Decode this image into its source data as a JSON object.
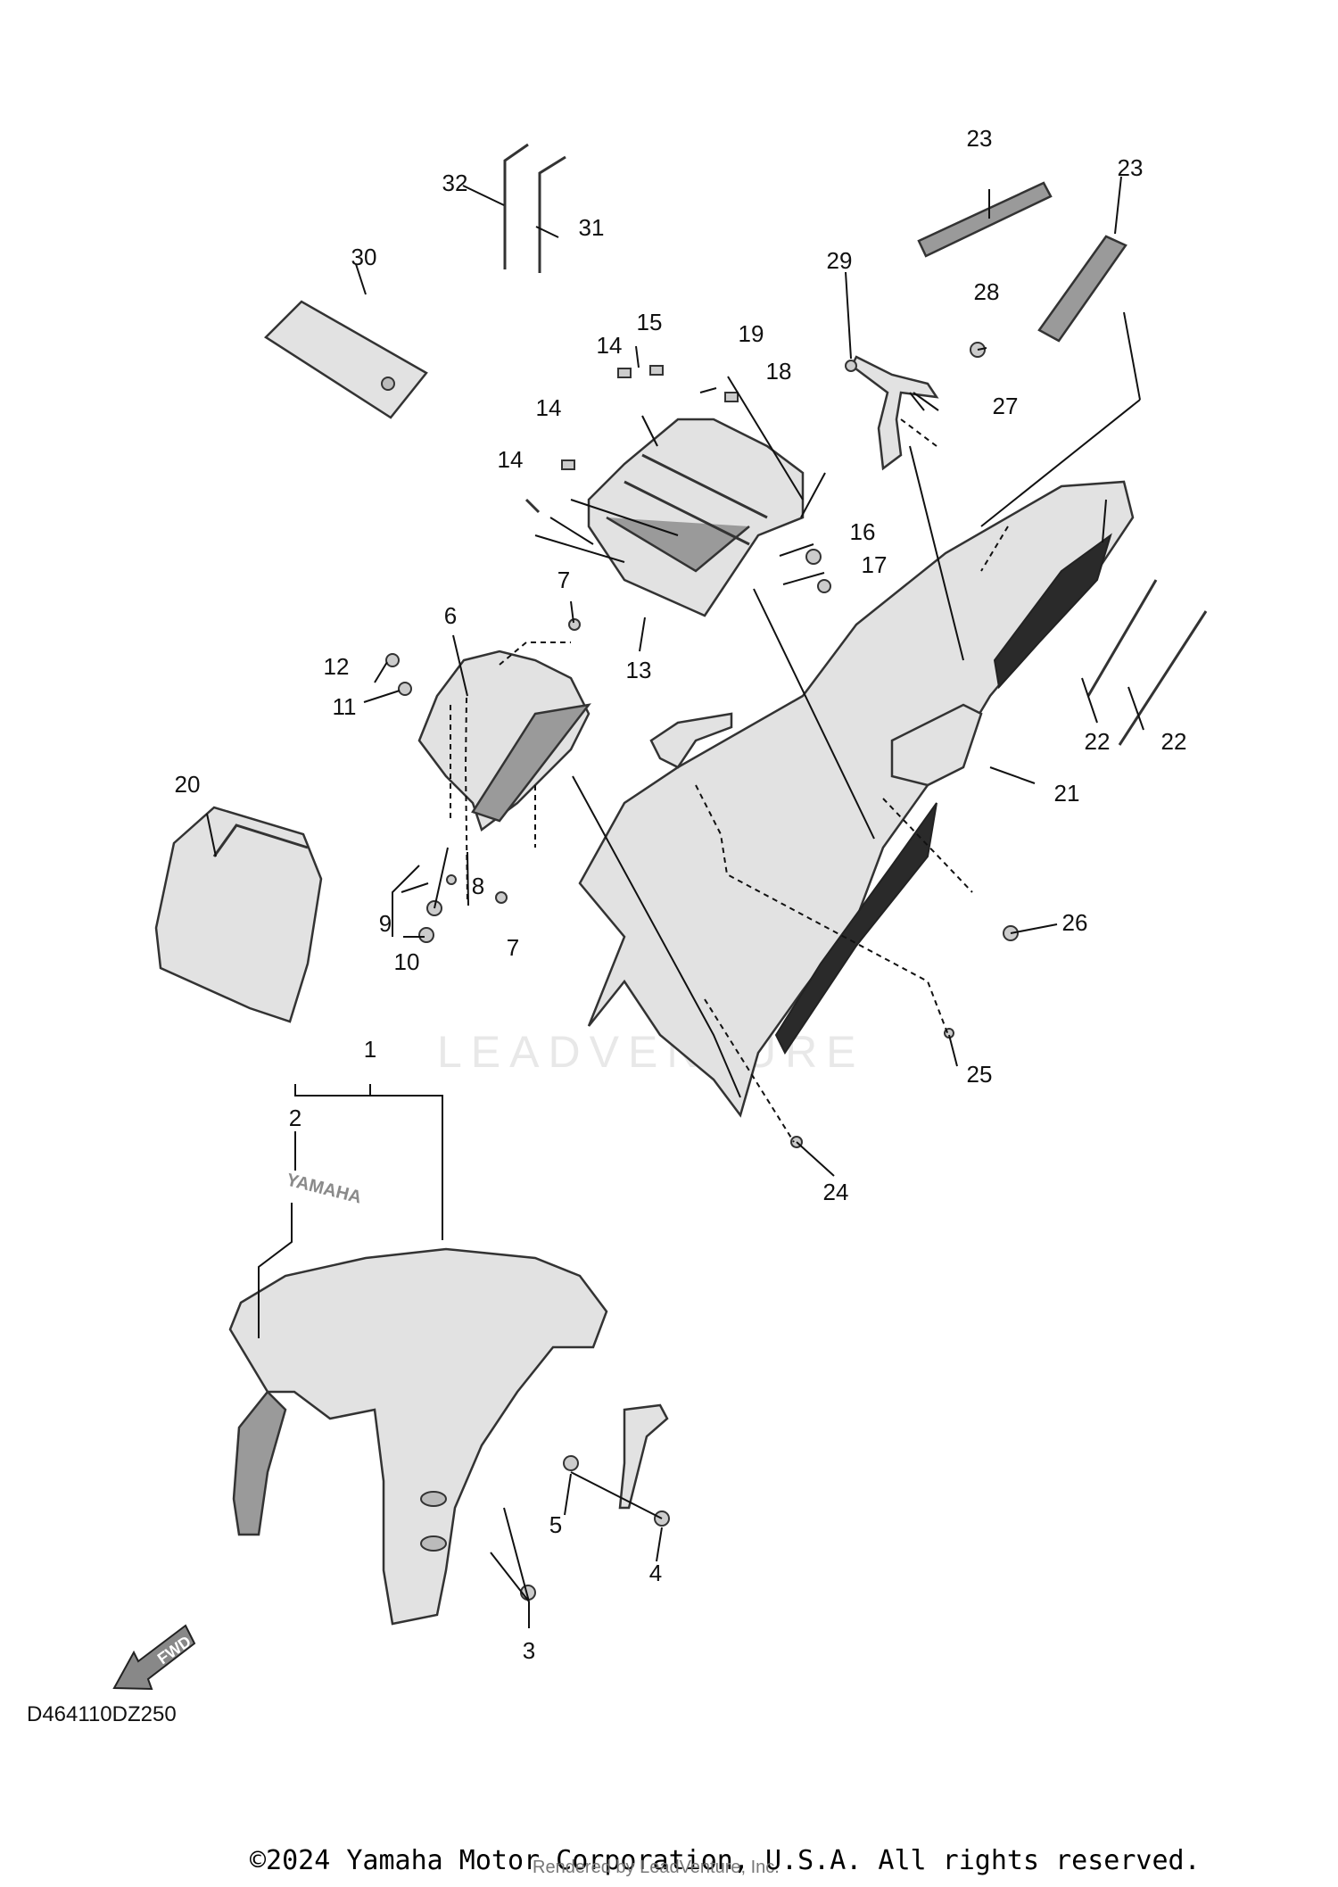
{
  "diagram_code": "D464110DZ250",
  "watermark": "LEADVENTURE",
  "copyright": "©2024 Yamaha Motor Corporation, U.S.A. All rights reserved.",
  "rendered_by": "Rendered by LeadVenture, Inc.",
  "fwd_label": "FWD",
  "emblem_text": "YAMAHA",
  "callouts": {
    "c1": "1",
    "c2": "2",
    "c3": "3",
    "c4": "4",
    "c5": "5",
    "c6": "6",
    "c7": "7",
    "c8": "8",
    "c9": "9",
    "c10": "10",
    "c11": "11",
    "c12": "12",
    "c13": "13",
    "c14": "14",
    "c15": "15",
    "c16": "16",
    "c17": "17",
    "c18": "18",
    "c19": "19",
    "c20": "20",
    "c21": "21",
    "c22": "22",
    "c23": "23",
    "c24": "24",
    "c25": "25",
    "c26": "26",
    "c27": "27",
    "c28": "28",
    "c29": "29",
    "c30": "30",
    "c31": "31",
    "c32": "32"
  }
}
